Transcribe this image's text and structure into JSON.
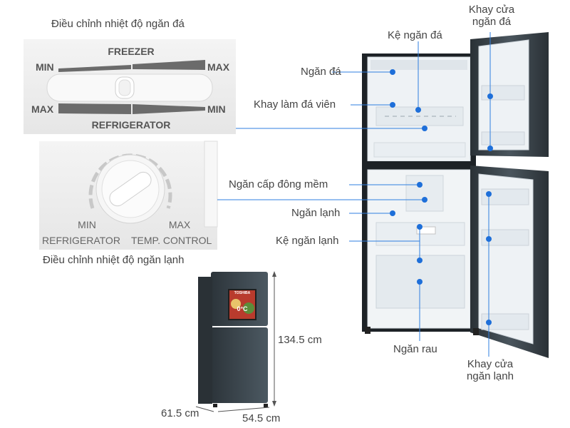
{
  "labels": {
    "freezer_control_caption": "Điều chỉnh nhiệt độ ngăn đá",
    "fridge_control_caption": "Điều chỉnh nhiệt độ ngăn lạnh",
    "ice_shelf": "Kệ ngăn đá",
    "freezer_door_tray": [
      "Khay cửa",
      "ngăn đá"
    ],
    "freezer_compartment": "Ngăn đá",
    "ice_cube_tray": "Khay làm đá viên",
    "soft_freeze": "Ngăn cấp đông mềm",
    "fridge_compartment": "Ngăn lạnh",
    "fridge_shelf": "Kệ ngăn lạnh",
    "vegetable_drawer": "Ngăn rau",
    "fridge_door_tray": [
      "Khay cửa",
      "ngăn lạnh"
    ],
    "height": "134.5 cm",
    "depth": "61.5 cm",
    "width": "54.5 cm"
  },
  "freezer_panel": {
    "title": "FREEZER",
    "bottom": "REFRIGERATOR",
    "top_left": "MIN",
    "top_right": "MAX",
    "bottom_left": "MAX",
    "bottom_right": "MIN"
  },
  "dial_panel": {
    "min": "MIN",
    "max": "MAX",
    "left_text": "REFRIGERATOR",
    "right_text": "TEMP. CONTROL"
  },
  "fridge_small": {
    "brand": "TOSHIBA",
    "display": "0°C"
  },
  "colors": {
    "accent": "#1e6fd9",
    "fridge_body": "#3d4850",
    "interior": "#f4f6f8",
    "panel": "#eeeeee"
  }
}
